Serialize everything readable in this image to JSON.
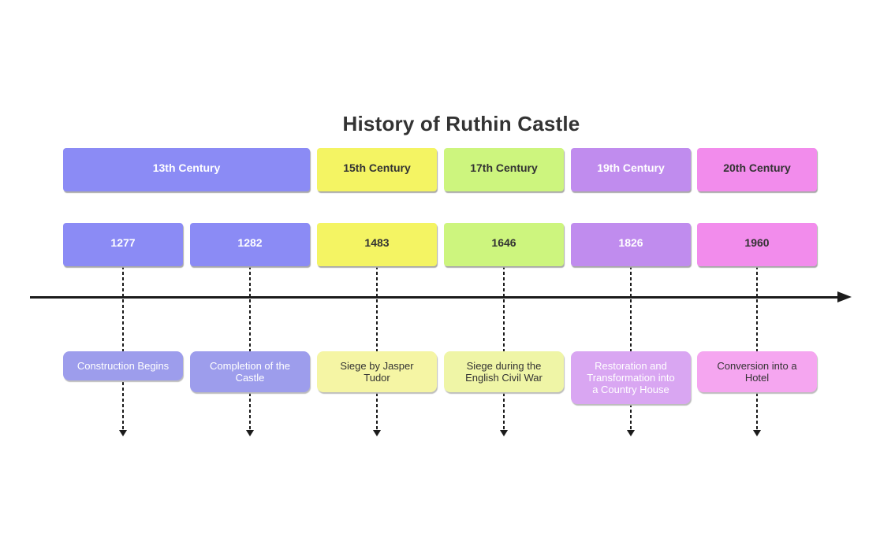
{
  "title": "History of Ruthin Castle",
  "axis": {
    "color": "#1b1b1b"
  },
  "sections": [
    {
      "label": "13th Century",
      "fill": "#8B8BF5",
      "event_fill": "#9D9DEC",
      "label_color": "#FFFFFF",
      "event_text_color": "#FFFFFF"
    },
    {
      "label": "15th Century",
      "fill": "#F4F463",
      "event_fill": "#F5F5A4",
      "label_color": "#333333",
      "event_text_color": "#333333"
    },
    {
      "label": "17th Century",
      "fill": "#CDF57E",
      "event_fill": "#EFF5A6",
      "label_color": "#333333",
      "event_text_color": "#333333"
    },
    {
      "label": "19th Century",
      "fill": "#C08CEE",
      "event_fill": "#D9A6F2",
      "label_color": "#FFFFFF",
      "event_text_color": "#FFFFFF"
    },
    {
      "label": "20th Century",
      "fill": "#F28CEC",
      "event_fill": "#F5A6F0",
      "label_color": "#333333",
      "event_text_color": "#333333"
    }
  ],
  "columns": [
    {
      "year": "1277",
      "event": "Construction Begins",
      "section": 0
    },
    {
      "year": "1282",
      "event": "Completion of the\nCastle",
      "section": 0
    },
    {
      "year": "1483",
      "event": "Siege by Jasper\nTudor",
      "section": 1
    },
    {
      "year": "1646",
      "event": "Siege during the\nEnglish Civil War",
      "section": 2
    },
    {
      "year": "1826",
      "event": "Restoration and\nTransformation into\na Country House",
      "section": 3
    },
    {
      "year": "1960",
      "event": "Conversion into a\nHotel",
      "section": 4
    }
  ]
}
